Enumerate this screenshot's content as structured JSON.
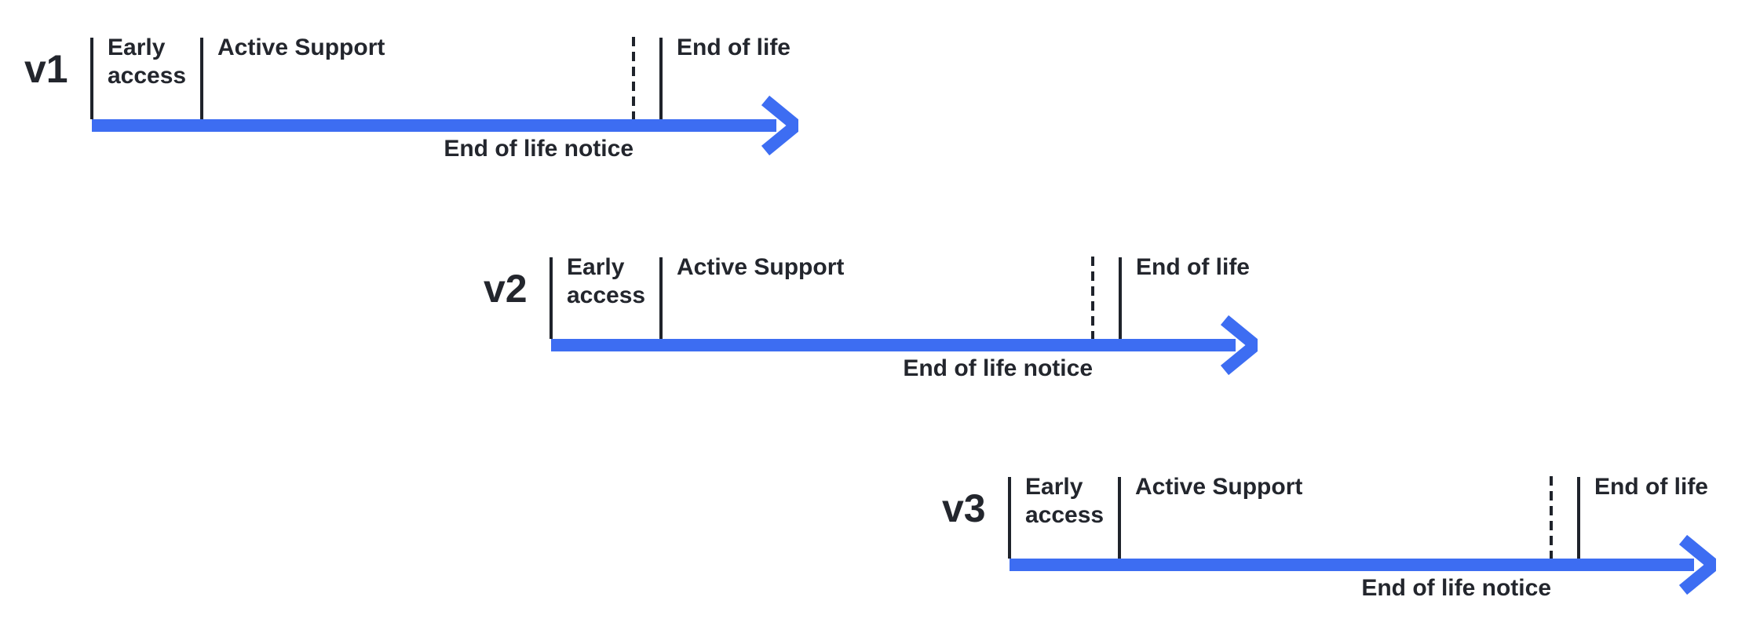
{
  "diagram": {
    "description": "Staggered version release lifecycle timelines",
    "background_color": "#ffffff",
    "accent_blue": "#3d6df2",
    "ink_color": "#23262d",
    "timelines": [
      {
        "version": "v1",
        "early_access": "Early access",
        "active_support": "Active Support",
        "end_of_life": "End of life",
        "eol_notice": "End of life notice"
      },
      {
        "version": "v2",
        "early_access": "Early access",
        "active_support": "Active Support",
        "end_of_life": "End of life",
        "eol_notice": "End of life notice"
      },
      {
        "version": "v3",
        "early_access": "Early access",
        "active_support": "Active Support",
        "end_of_life": "End of life",
        "eol_notice": "End of life notice"
      }
    ]
  }
}
